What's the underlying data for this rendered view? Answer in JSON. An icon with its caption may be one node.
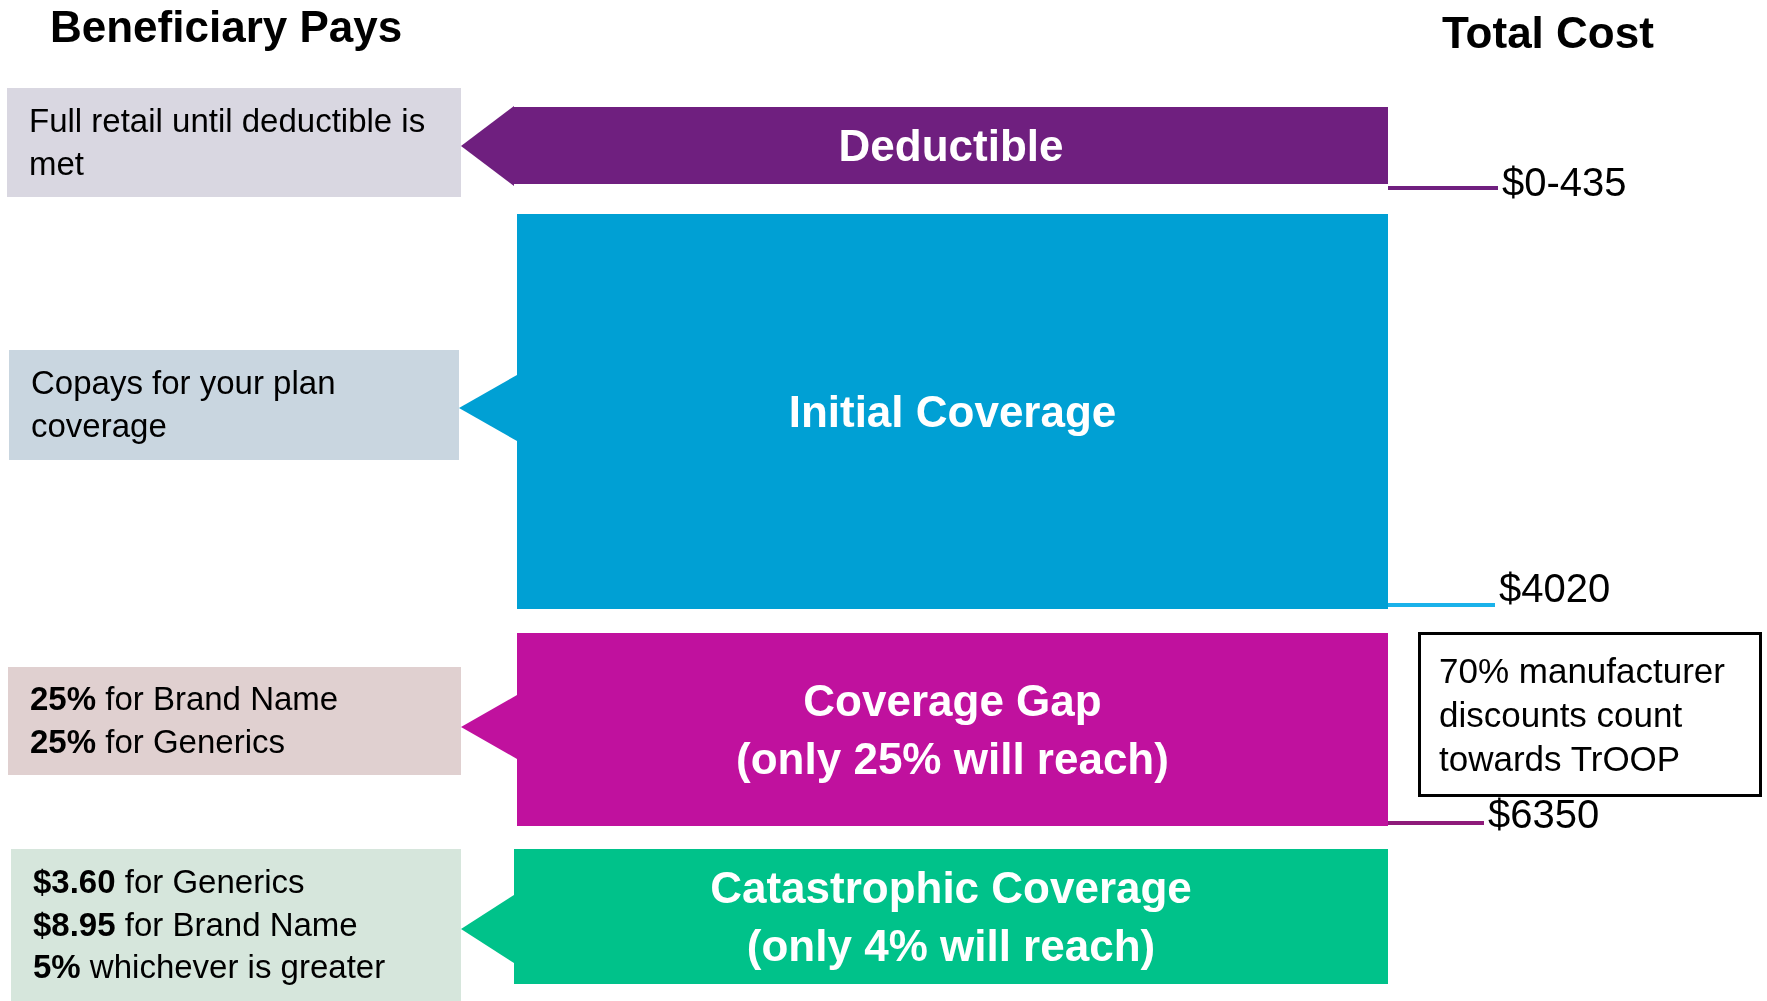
{
  "diagram": {
    "nodes": [
      {
        "text": [
          "Full retail until deductible is met"
        ]
      },
      {
        "text": [
          "Deductible"
        ]
      },
      {
        "text": [
          "Copays for your plan coverage"
        ]
      },
      {
        "text": [
          "Initial Coverage"
        ]
      },
      {
        "text": [
          "**25%** for Brand Name",
          "**25%** for Generics"
        ]
      },
      {
        "text": [
          "Coverage Gap",
          "(only 25% will reach)"
        ]
      },
      {
        "text": [
          "**$3.60** for Generics",
          "**$8.95** for Brand Name",
          "**5%** whichever is greater"
        ]
      },
      {
        "text": [
          "Catastrophic Coverage",
          "(only 4% will reach)"
        ]
      },
      {
        "text": [
          "$0-435"
        ]
      },
      {
        "text": [
          "$4020"
        ]
      },
      {
        "text": [
          "70% manufacturer discounts count towards TrOOP"
        ]
      },
      {
        "text": [
          "$6350"
        ]
      }
    ],
    "edges": [
      {
        "from": 1,
        "to": 0,
        "arrow": "to",
        "color": "#6f1f7f"
      },
      {
        "from": 3,
        "to": 2,
        "arrow": "to",
        "color": "#00a0d4"
      },
      {
        "from": 5,
        "to": 4,
        "arrow": "to",
        "color": "#c0119e"
      },
      {
        "from": 7,
        "to": 6,
        "arrow": "to",
        "color": "#00c28a"
      },
      {
        "from": 8,
        "to": 1,
        "arrow": "none",
        "color": "#70207f"
      },
      {
        "from": 9,
        "to": 3,
        "arrow": "none",
        "color": "#1ab2ea"
      },
      {
        "from": 11,
        "to": 5,
        "arrow": "none",
        "color": "#8e1a7a"
      }
    ],
    "labels": [
      "Beneficiary Pays",
      "Total Cost"
    ]
  }
}
